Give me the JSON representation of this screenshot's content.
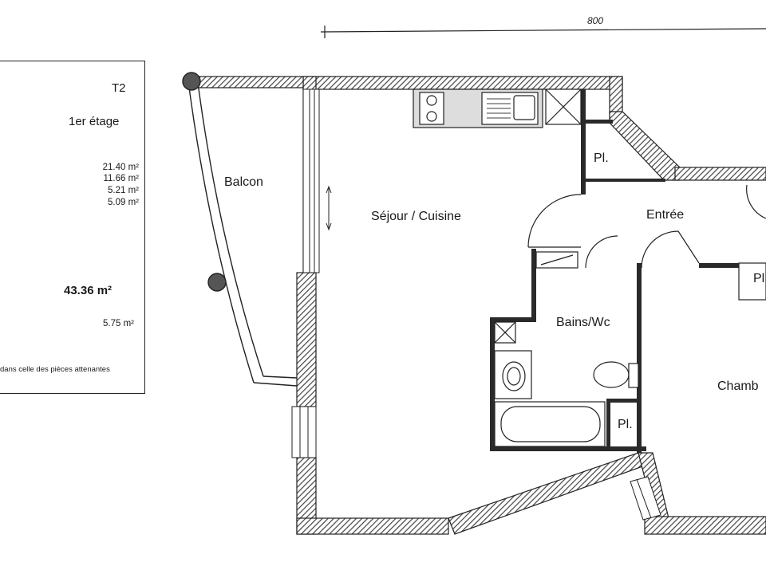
{
  "dimension": {
    "label": "800"
  },
  "summary": {
    "type": "T2",
    "floor": "1er étage",
    "areas": [
      "21.40 m²",
      "11.66 m²",
      "5.21 m²",
      "5.09 m²"
    ],
    "total": "43.36 m²",
    "balcony_area": "5.75 m²",
    "note": "dans celle des pièces attenantes"
  },
  "rooms": {
    "balcon": "Balcon",
    "sejour": "Séjour / Cuisine",
    "placard1": "Pl.",
    "entree": "Entrée",
    "placard2": "Pl",
    "bains": "Bains/Wc",
    "placard3": "Pl.",
    "chambre": "Chamb"
  },
  "colors": {
    "wall": "#3a3a3a",
    "hatch": "#555555",
    "line": "#222222"
  }
}
